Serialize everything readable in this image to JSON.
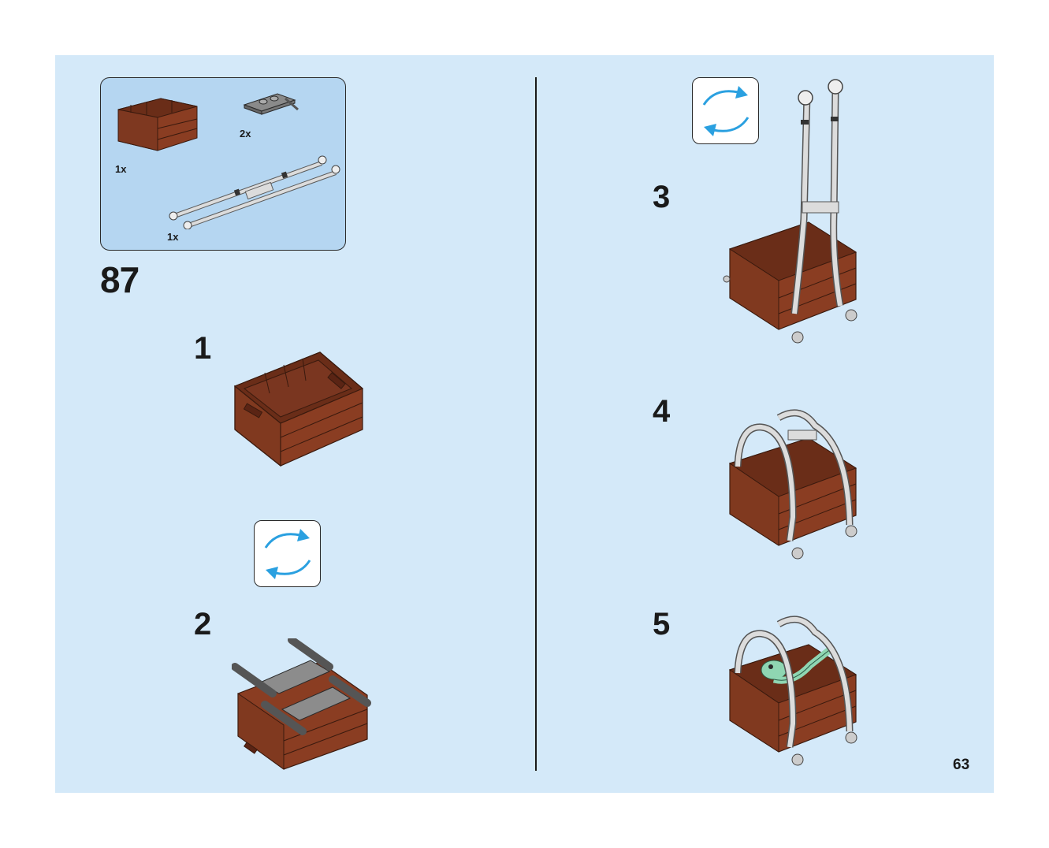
{
  "page": {
    "step_number": "87",
    "page_number": "63"
  },
  "parts": {
    "crate_qty": "1x",
    "plate_qty": "2x",
    "pole_qty": "1x"
  },
  "sub_steps": {
    "one": "1",
    "two": "2",
    "three": "3",
    "four": "4",
    "five": "5"
  },
  "colors": {
    "background": "#d4e9f9",
    "parts_box": "#b5d6f1",
    "crate_brown": "#8a3d22",
    "crate_dark": "#6a2d18",
    "gray_light": "#d8d8d8",
    "rotate_arrow": "#2aa0e0",
    "dino_green": "#8fd6b2"
  },
  "icons": {
    "rotate": "rotate-model-icon"
  }
}
